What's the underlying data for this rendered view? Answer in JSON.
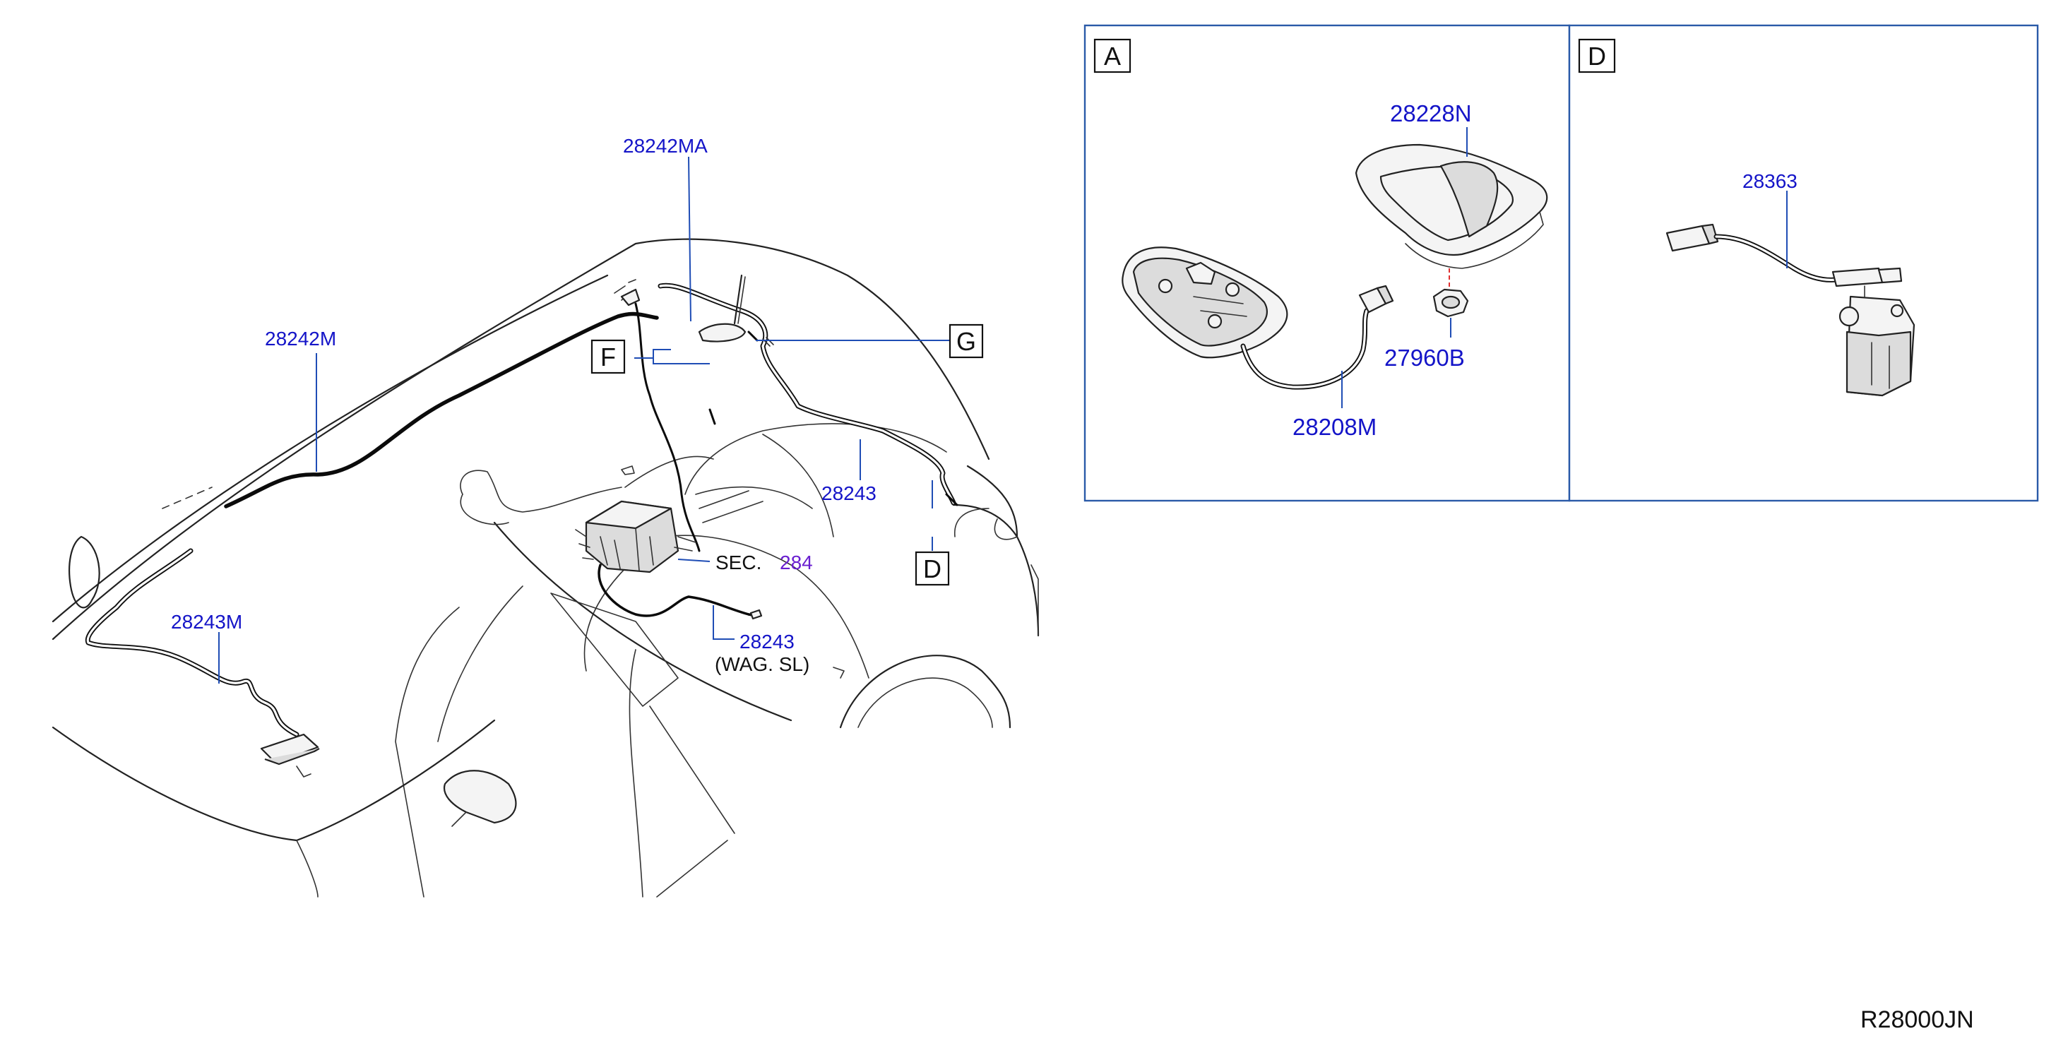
{
  "diagram_id": "R28000JN",
  "callouts": {
    "p28242MA": "28242MA",
    "p28242M": "28242M",
    "p28243M": "28243M",
    "p28243_roof": "28243",
    "p28243_wag": "28243",
    "wag_note": "(WAG.   SL)",
    "sec_label": "SEC.",
    "sec_number": "284"
  },
  "reference_boxes": {
    "F": "F",
    "G": "G",
    "D": "D"
  },
  "inset_A": {
    "label": "A",
    "parts": {
      "p28228N": "28228N",
      "p27960B": "27960B",
      "p28208M": "28208M"
    }
  },
  "inset_D": {
    "label": "D",
    "parts": {
      "p28363": "28363"
    }
  },
  "colors": {
    "part_number": "#1414c8",
    "leader_line": "#1f4db5",
    "section_number": "#6a1fd0",
    "drawing": "#222222"
  }
}
